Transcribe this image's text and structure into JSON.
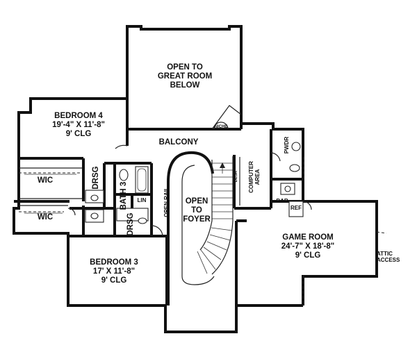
{
  "rooms": {
    "open_great_room": {
      "line1": "OPEN TO",
      "line2": "GREAT ROOM",
      "line3": "BELOW"
    },
    "bedroom4": {
      "name": "BEDROOM 4",
      "dims": "19'-4\" X 11'-8\"",
      "clg": "9' CLG"
    },
    "balcony": {
      "name": "BALCONY"
    },
    "niche": {
      "name": "NICHE"
    },
    "pwdr": {
      "name": "PWDR"
    },
    "desk": {
      "name": "DESK"
    },
    "computer_area": {
      "line1": "COMPUTER",
      "line2": "AREA"
    },
    "wic_upper": {
      "name": "WIC"
    },
    "wic_lower": {
      "name": "WIC"
    },
    "drsg_upper": {
      "name": "DRSG"
    },
    "bath3": {
      "name": "BATH 3"
    },
    "lin": {
      "name": "LIN"
    },
    "drsg_lower": {
      "name": "DRSG"
    },
    "open_rail": {
      "name": "OPEN RAIL"
    },
    "open_foyer": {
      "line1": "OPEN",
      "line2": "TO",
      "line3": "FOYER"
    },
    "bar": {
      "name": "BAR"
    },
    "ref": {
      "name": "REF"
    },
    "game_room": {
      "name": "GAME ROOM",
      "dims": "24'-7\" X 18'-8\"",
      "clg": "9' CLG"
    },
    "attic_access": {
      "line1": "ATTIC",
      "line2": "ACCESS"
    },
    "bedroom3": {
      "name": "BEDROOM 3",
      "dims": "17' X 11'-8\"",
      "clg": "9' CLG"
    }
  }
}
